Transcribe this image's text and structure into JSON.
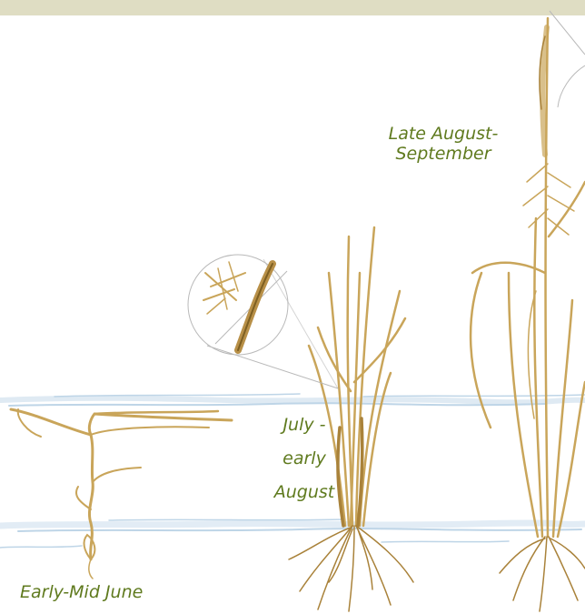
{
  "stages": {
    "seedling": {
      "label": "Early-Mid June"
    },
    "tillering": {
      "line1": "July -",
      "line2": "early",
      "line3": "August"
    },
    "flowering": {
      "line1": "Late August-",
      "line2": "September"
    }
  },
  "colors": {
    "stem": "#c9a55a",
    "stem_dark": "#a9823a",
    "water": "#a9c7df",
    "label": "#5f7a1e",
    "band": "#dfddc3",
    "callout": "#b9b9b9"
  }
}
